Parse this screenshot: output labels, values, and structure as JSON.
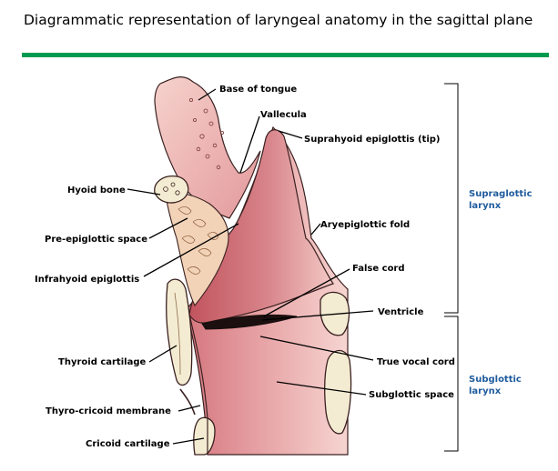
{
  "title": "Diagrammatic representation of laryngeal anatomy in the sagittal plane",
  "colors": {
    "rule": "#009a4e",
    "region_label": "#1f5c9e",
    "tissue_dark": "#c45c64",
    "tissue_mid": "#d9838a",
    "tissue_light": "#f0c2bf",
    "cartilage": "#f4ecd2",
    "outline": "#3a2020"
  },
  "labels": {
    "base_of_tongue": "Base of tongue",
    "vallecula": "Vallecula",
    "suprahyoid_epiglottis": "Suprahyoid epiglottis (tip)",
    "hyoid_bone": "Hyoid bone",
    "pre_epiglottic_space": "Pre-epiglottic space",
    "infrahyoid_epiglottis": "Infrahyoid epiglottis",
    "aryepiglottic_fold": "Aryepiglottic fold",
    "false_cord": "False cord",
    "ventricle": "Ventricle",
    "thyroid_cartilage": "Thyroid cartilage",
    "true_vocal_cord": "True vocal cord",
    "thyro_cricoid_membrane": "Thyro-cricoid membrane",
    "subglottic_space": "Subglottic space",
    "cricoid_cartilage": "Cricoid cartilage"
  },
  "regions": {
    "supraglottic": [
      "Supraglottic",
      "larynx"
    ],
    "subglottic": [
      "Subglottic",
      "larynx"
    ]
  }
}
